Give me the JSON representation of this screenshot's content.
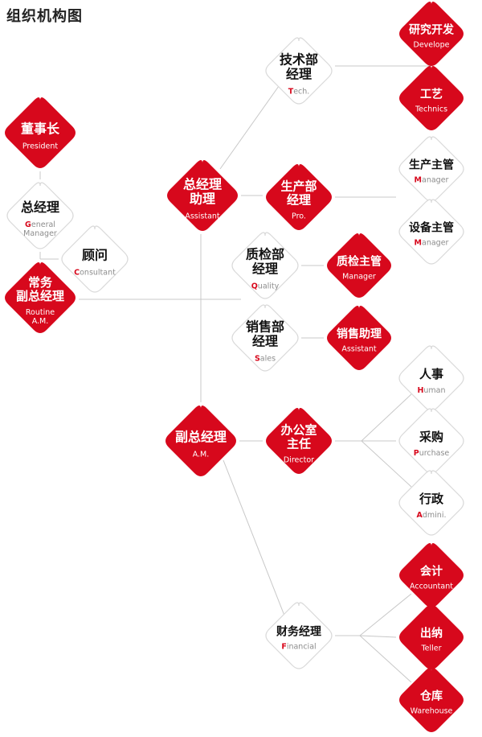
{
  "title": "组织机构图",
  "colors": {
    "red": "#d7081c",
    "line": "#c8c8c8",
    "white_border": "#d9d9d9",
    "dark_text": "#111111",
    "grey_text": "#8c8c8c",
    "accent_letter": "#d7081c"
  },
  "nodes": {
    "president": {
      "zh": [
        "董事长"
      ],
      "en": "President"
    },
    "gm": {
      "zh": [
        "总经理"
      ],
      "en_accent": "G",
      "en_lines": [
        "eneral",
        "Manager"
      ]
    },
    "consultant": {
      "zh": [
        "顾问"
      ],
      "en_accent": "C",
      "en_lines": [
        "onsultant"
      ]
    },
    "routine_am": {
      "zh": [
        "常务",
        "副总经理"
      ],
      "en_lines": [
        "Routine",
        "A.M."
      ]
    },
    "assistant_gm": {
      "zh": [
        "总经理",
        "助理"
      ],
      "en": "Assistant"
    },
    "tech_mgr": {
      "zh": [
        "技术部",
        "经理"
      ],
      "en_accent": "T",
      "en_lines": [
        "ech."
      ]
    },
    "develope": {
      "zh": [
        "研究开发"
      ],
      "en": "Develope"
    },
    "technics": {
      "zh": [
        "工艺"
      ],
      "en": "Technics"
    },
    "production": {
      "zh": [
        "生产部",
        "经理"
      ],
      "en": "Pro."
    },
    "prod_mgr": {
      "zh": [
        "生产主管"
      ],
      "en_accent": "M",
      "en_lines": [
        "anager"
      ]
    },
    "equip_mgr": {
      "zh": [
        "设备主管"
      ],
      "en_accent": "M",
      "en_lines": [
        "anager"
      ]
    },
    "quality_mgr": {
      "zh": [
        "质检部",
        "经理"
      ],
      "en_accent": "Q",
      "en_lines": [
        "uality"
      ]
    },
    "quality_sup": {
      "zh": [
        "质检主管"
      ],
      "en": "Manager"
    },
    "sales_mgr": {
      "zh": [
        "销售部",
        "经理"
      ],
      "en_accent": "S",
      "en_lines": [
        "ales"
      ]
    },
    "sales_asst": {
      "zh": [
        "销售助理"
      ],
      "en": "Assistant"
    },
    "vice_gm": {
      "zh": [
        "副总经理"
      ],
      "en": "A.M."
    },
    "office_dir": {
      "zh": [
        "办公室",
        "主任"
      ],
      "en": "Director"
    },
    "hr": {
      "zh": [
        "人事"
      ],
      "en_accent": "H",
      "en_lines": [
        "uman"
      ]
    },
    "purchase": {
      "zh": [
        "采购"
      ],
      "en_accent": "P",
      "en_lines": [
        "urchase"
      ]
    },
    "admin": {
      "zh": [
        "行政"
      ],
      "en_accent": "A",
      "en_lines": [
        "dmini."
      ]
    },
    "finance_mgr": {
      "zh": [
        "财务经理"
      ],
      "en_accent": "F",
      "en_lines": [
        "inancial"
      ]
    },
    "accountant": {
      "zh": [
        "会计"
      ],
      "en": "Accountant"
    },
    "teller": {
      "zh": [
        "出纳"
      ],
      "en": "Teller"
    },
    "warehouse": {
      "zh": [
        "仓库"
      ],
      "en": "Warehouse"
    }
  }
}
